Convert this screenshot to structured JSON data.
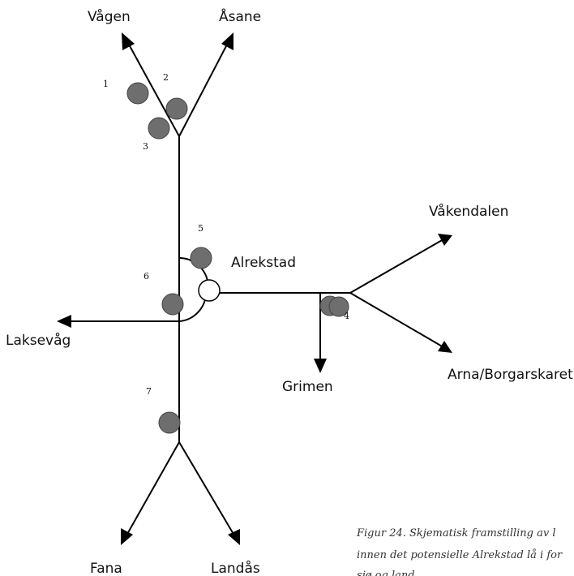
{
  "places": {
    "vagen": "Vågen",
    "asane": "Åsane",
    "vakendalen": "Våkendalen",
    "alrekstad": "Alrekstad",
    "laksevag": "Laksevåg",
    "grimen": "Grimen",
    "arna": "Arna/Borgarskaret",
    "fana": "Fana",
    "landas": "Landås"
  },
  "points": [
    "1",
    "2",
    "3",
    "4",
    "5",
    "6",
    "7"
  ],
  "caption": {
    "line1": "Figur 24. Skjematisk framstilling av l",
    "line2": "innen det potensielle Alrekstad lå i for",
    "line3": "sjø og land"
  },
  "colors": {
    "line": "#000000",
    "dot": "#6e6e6e",
    "hub": "#ffffff"
  }
}
